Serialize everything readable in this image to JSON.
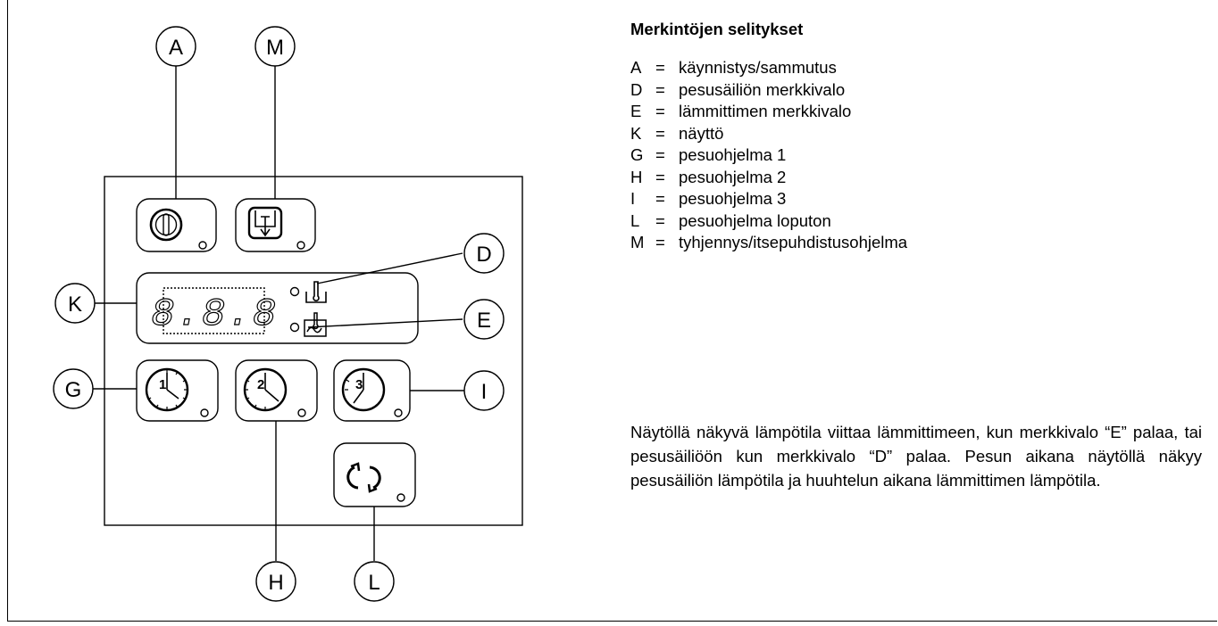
{
  "callouts": {
    "A": "A",
    "M": "M",
    "D": "D",
    "E": "E",
    "K": "K",
    "G": "G",
    "I": "I",
    "H": "H",
    "L": "L"
  },
  "display_digits": "8.8.8",
  "icons": {
    "power_button": "power-icon",
    "drain_button": "drain-tank-icon",
    "wash_tank_indicator": "wash-tank-temp-icon",
    "heater_indicator": "heater-temp-icon",
    "program_1": "clock-1-icon",
    "program_2": "clock-2-icon",
    "program_3": "clock-3-icon",
    "endless_program": "cycle-arrows-icon"
  },
  "legend": {
    "title": "Merkintöjen selitykset",
    "items": [
      {
        "key": "A",
        "eq": "=",
        "text": "käynnistys/sammutus"
      },
      {
        "key": "D",
        "eq": "=",
        "text": "pesusäiliön merkkivalo"
      },
      {
        "key": "E",
        "eq": "=",
        "text": "lämmittimen merkkivalo"
      },
      {
        "key": "K",
        "eq": "=",
        "text": "näyttö"
      },
      {
        "key": "G",
        "eq": "=",
        "text": "pesuohjelma 1"
      },
      {
        "key": "H",
        "eq": "=",
        "text": "pesuohjelma 2"
      },
      {
        "key": "I",
        "eq": "=",
        "text": "pesuohjelma 3"
      },
      {
        "key": "L",
        "eq": "=",
        "text": "pesuohjelma loputon"
      },
      {
        "key": "M",
        "eq": "=",
        "text": "tyhjennys/itsepuhdistusohjelma"
      }
    ]
  },
  "note": "Näytöllä näkyvä lämpötila viittaa lämmittimeen, kun merkkivalo “E” palaa, tai pesusäiliöön kun merkkivalo “D” palaa. Pesun aikana näytöllä näkyy pesusäiliön lämpötila ja huuhtelun aikana lämmittimen lämpötila."
}
